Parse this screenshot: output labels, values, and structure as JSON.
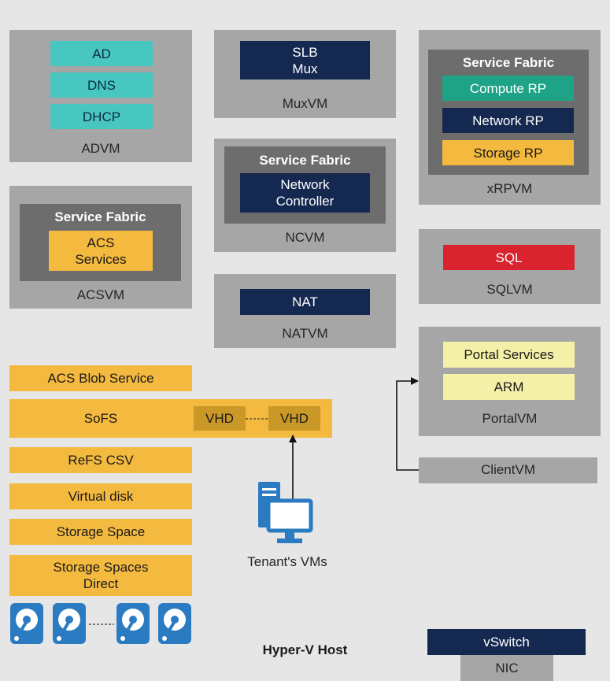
{
  "advm": {
    "items": [
      "AD",
      "DNS",
      "DHCP"
    ],
    "label": "ADVM"
  },
  "muxvm": {
    "slb_mux": "SLB\nMux",
    "label": "MuxVM"
  },
  "xrpvm": {
    "fabric_title": "Service Fabric",
    "compute_rp": "Compute RP",
    "network_rp": "Network RP",
    "storage_rp": "Storage RP",
    "label": "xRPVM"
  },
  "ncvm": {
    "fabric_title": "Service Fabric",
    "network_controller": "Network\nController",
    "label": "NCVM"
  },
  "acsvm": {
    "fabric_title": "Service Fabric",
    "acs_services": "ACS\nServices",
    "label": "ACSVM"
  },
  "sqlvm": {
    "sql": "SQL",
    "label": "SQLVM"
  },
  "natvm": {
    "nat": "NAT",
    "label": "NATVM"
  },
  "portalvm": {
    "portal_services": "Portal Services",
    "arm": "ARM",
    "label": "PortalVM"
  },
  "clientvm": {
    "label": "ClientVM"
  },
  "storage_stack": {
    "acs_blob": "ACS Blob Service",
    "sofs": "SoFS",
    "vhd_1": "VHD",
    "vhd_2": "VHD",
    "refs_csv": "ReFS CSV",
    "virtual_disk": "Virtual disk",
    "storage_space": "Storage Space",
    "storage_spaces_direct": "Storage Spaces\nDirect"
  },
  "tenant_vms": {
    "label": "Tenant's VMs"
  },
  "host": {
    "label": "Hyper-V Host"
  },
  "network": {
    "vswitch": "vSwitch",
    "nic": "NIC"
  },
  "colors": {
    "background": "#e6e6e6",
    "vm_box": "#a6a6a6",
    "service_fabric": "#6d6d6d",
    "navy": "#142850",
    "teal": "#48c7c0",
    "green": "#1fa387",
    "amber": "#f4b93f",
    "red": "#d9232e",
    "pale_yellow": "#f4f0a8",
    "disk_blue": "#2a7bc1"
  }
}
